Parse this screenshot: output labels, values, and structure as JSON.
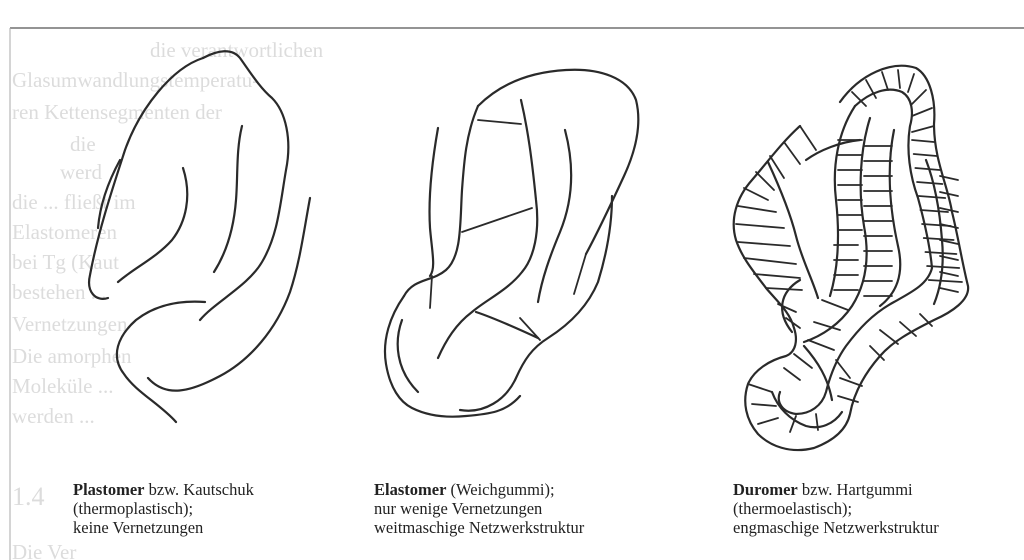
{
  "bleed_through": [
    "die verantwortlichen",
    "Glasumwandlungstemperatu-",
    "ren Kettensegmenten der",
    "die",
    "werd",
    "die ... fließt im",
    "Elastomeren",
    "bei Tg (Kaut",
    "bestehen ...",
    "Vernetzungen",
    "Die amorphen",
    "Moleküle ...",
    "werden ...",
    "1.4",
    "Die Ver"
  ],
  "panels": [
    {
      "id": "plastomer",
      "name_bold": "Plastomer",
      "name_rest": " bzw. Kautschuk",
      "line2": "(thermoplastisch);",
      "line3": "keine Vernetzungen"
    },
    {
      "id": "elastomer",
      "name_bold": "Elastomer",
      "name_rest": " (Weichgummi);",
      "line2": "nur wenige Vernetzungen",
      "line3": "weitmaschige Netzwerkstruktur"
    },
    {
      "id": "duromer",
      "name_bold": "Duromer",
      "name_rest": " bzw. Hartgummi",
      "line2": "(thermoelastisch);",
      "line3": "engmaschige Netzwerkstruktur"
    }
  ]
}
